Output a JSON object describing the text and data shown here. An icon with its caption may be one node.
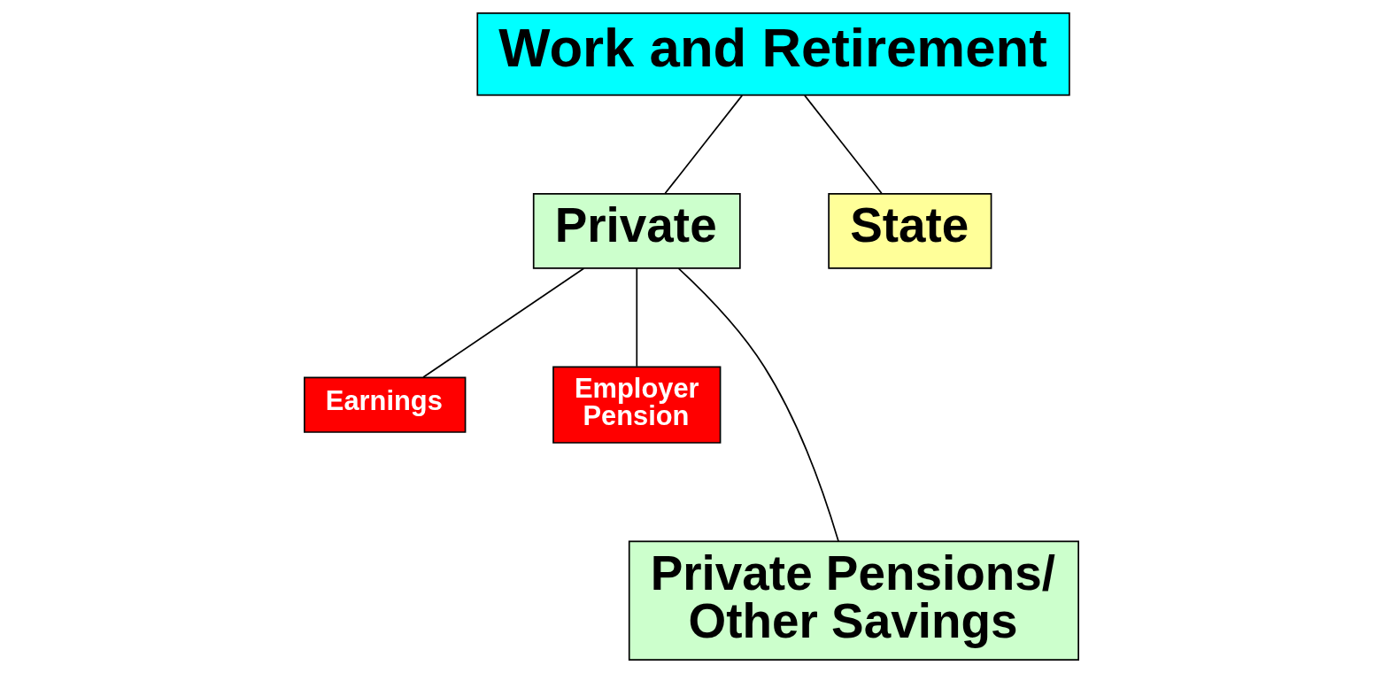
{
  "diagram": {
    "nodes": [
      {
        "text": [
          "Work and Retirement"
        ]
      },
      {
        "text": [
          "Private"
        ]
      },
      {
        "text": [
          "State"
        ]
      },
      {
        "text": [
          "Earnings"
        ]
      },
      {
        "text": [
          "Employer Pension"
        ]
      },
      {
        "text": [
          "Private Pensions/ Other Savings"
        ]
      }
    ],
    "edges": [
      {
        "from": 0,
        "to": 1,
        "arrow": "none"
      },
      {
        "from": 0,
        "to": 2,
        "arrow": "none"
      },
      {
        "from": 1,
        "to": 3,
        "arrow": "none"
      },
      {
        "from": 1,
        "to": 5,
        "arrow": "none"
      },
      {
        "from": 1,
        "to": 4,
        "arrow": "none"
      }
    ]
  }
}
